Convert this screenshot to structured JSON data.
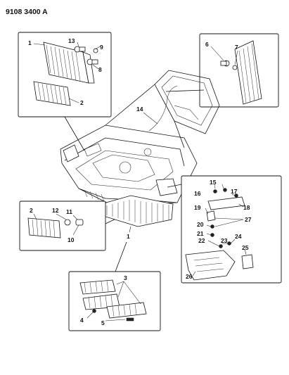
{
  "header": {
    "diagram_code": "9108 3400 A"
  },
  "callouts": {
    "c1a": "1",
    "c13": "13",
    "c9": "9",
    "c8": "8",
    "c2a": "2",
    "c6": "6",
    "c7": "7",
    "c14": "14",
    "c15": "15",
    "c16": "16",
    "c17": "17",
    "c18": "18",
    "c19": "19",
    "c27": "27",
    "c20": "20",
    "c21": "21",
    "c22": "22",
    "c23": "23",
    "c24": "24",
    "c25": "25",
    "c26": "26",
    "c2b": "2",
    "c12": "12",
    "c11": "11",
    "c10": "10",
    "c1b": "1",
    "c3": "3",
    "c4": "4",
    "c5": "5"
  }
}
